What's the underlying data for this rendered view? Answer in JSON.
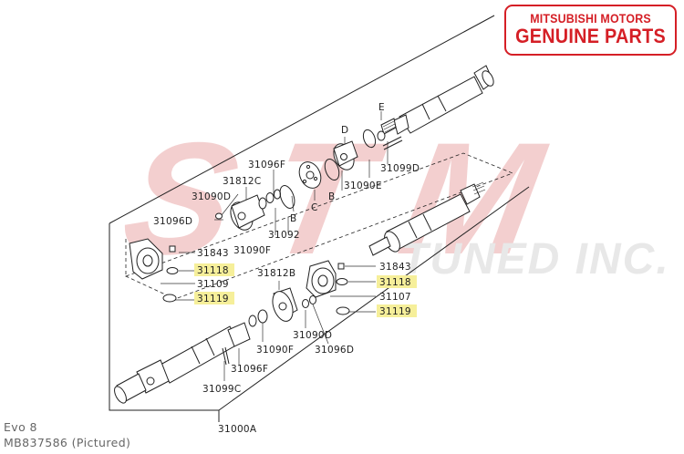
{
  "badge": {
    "line1": "MITSUBISHI MOTORS",
    "line2": "GENUINE PARTS",
    "color": "#d51f26"
  },
  "watermark": {
    "line1": "STM",
    "line2": "TUNED INC."
  },
  "caption": {
    "line1": "Evo 8",
    "line2": "MB837586  (Pictured)"
  },
  "highlight_color": "#f6ef9a",
  "labels": {
    "d": "D",
    "e": "E",
    "c": "C",
    "b1": "B",
    "b2": "B",
    "p31096f_top": "31096F",
    "p31812c": "31812C",
    "p31090d_left": "31090D",
    "p31096d_left": "31096D",
    "p31099d": "31099D",
    "p31090e": "31090E",
    "p31092": "31092",
    "p31090f_top": "31090F",
    "p31843_left": "31843",
    "p31118_left": "31118",
    "p31109": "31109",
    "p31119_left": "31119",
    "p31812b": "31812B",
    "p31843_right": "31843",
    "p31118_right": "31118",
    "p31107": "31107",
    "p31119_right": "31119",
    "p31090d_bot": "31090D",
    "p31096d_bot": "31096D",
    "p31090f_bot": "31090F",
    "p31096f_bot": "31096F",
    "p31099c": "31099C",
    "p31000a": "31000A"
  }
}
